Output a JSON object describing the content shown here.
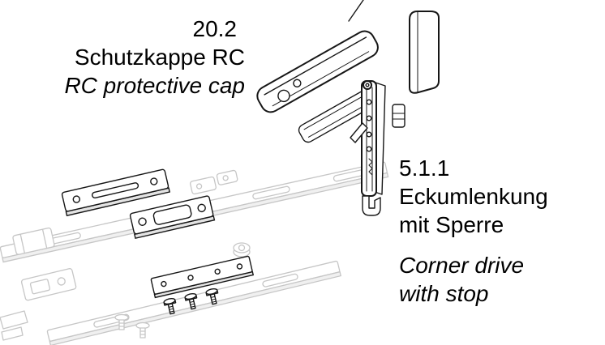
{
  "labels": {
    "protective_cap": {
      "number": "20.2",
      "de": "Schutzkappe RC",
      "en": "RC protective cap"
    },
    "corner_drive": {
      "number": "5.1.1",
      "de_line1": "Eckumlenkung",
      "de_line2": "mit Sperre",
      "en_line1": "Corner drive",
      "en_line2": "with stop"
    }
  },
  "illustration": {
    "type": "exploded-hardware-assembly-diagram",
    "highlighted_parts": [
      "protective-cap",
      "cap-channel",
      "end-cap",
      "corner-drive",
      "stop-clip"
    ],
    "background_parts": [
      "gear-rail-upper",
      "gear-rail-lower",
      "slide-plate",
      "coupling-plate",
      "locking-plate",
      "screws",
      "corner-bracket",
      "clip",
      "roller-knob"
    ]
  },
  "colors": {
    "ink": "#161616",
    "faint": "#c6c6c6",
    "shade": "#f0f0f0",
    "text": "#000000"
  }
}
